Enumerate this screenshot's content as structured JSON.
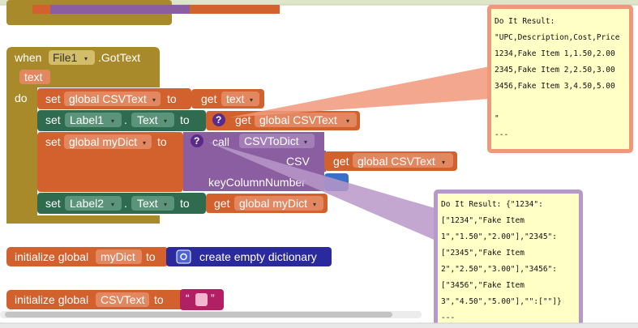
{
  "top_block": {
    "when": "when",
    "component": "File1",
    "event": ".GotText",
    "param": "text",
    "do": "do",
    "rows": [
      {
        "set": "set",
        "target": "global CSVText",
        "to": "to",
        "get": "get",
        "value": "text"
      },
      {
        "set": "set",
        "component": "Label1",
        "dot": ".",
        "property": "Text",
        "to": "to",
        "get": "get",
        "value": "global CSVText"
      },
      {
        "set": "set",
        "target": "global myDict",
        "to": "to",
        "call": "call",
        "procedure": "CSVToDict",
        "arg_label": "CSV",
        "arg_get": "get",
        "arg_value": "global CSVText",
        "arg2_label": "keyColumnNumber"
      },
      {
        "set": "set",
        "component": "Label2",
        "dot": ".",
        "property": "Text",
        "to": "to",
        "get": "get",
        "value": "global myDict"
      }
    ]
  },
  "init_dict": {
    "label": "initialize global",
    "name": "myDict",
    "to": "to",
    "value": "create empty dictionary"
  },
  "init_csv": {
    "label": "initialize global",
    "name": "CSVText",
    "to": "to",
    "quote_open": "“",
    "quote_close": "”"
  },
  "comment1": {
    "lines": [
      "Do It Result:",
      "\"UPC,Description,Cost,Price",
      "1234,Fake Item 1,1.50,2.00",
      "2345,Fake Item 2,2.50,3.00",
      "3456,Fake Item 3,4.50,5.00",
      "",
      "\"",
      "---"
    ]
  },
  "comment2": {
    "lines": [
      "Do It Result: {\"1234\":",
      "[\"1234\",\"Fake Item",
      "1\",\"1.50\",\"2.00\"],\"2345\":",
      "[\"2345\",\"Fake Item",
      "2\",\"2.50\",\"3.00\"],\"3456\":",
      "[\"3456\",\"Fake Item",
      "3\",\"4.50\",\"5.00\"],\"\":[\"\"]}",
      "---"
    ]
  },
  "badges": {
    "help": "?"
  },
  "arrows": {
    "down": "▾"
  },
  "colors": {
    "event_gold": "#a88a2a",
    "event_field": "#c4a94a",
    "variable": "#d2612e",
    "variable_field": "#e2875f",
    "component": "#2f6b4e",
    "component_field": "#5b947a",
    "procedure": "#8a5ea0",
    "procedure_field": "#a47eb7",
    "dictionary": "#2b2a9c",
    "comment_bg": "#ffffc6"
  }
}
